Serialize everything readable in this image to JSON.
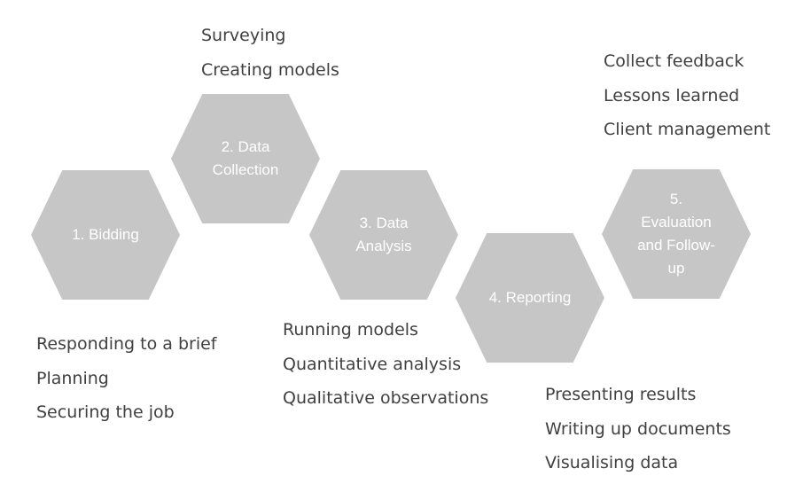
{
  "stages": [
    {
      "label": "1. Bidding",
      "items": [
        "Responding to a brief",
        "Planning",
        "Securing the job"
      ]
    },
    {
      "label": "2. Data Collection",
      "items": [
        "Surveying",
        "Creating models"
      ]
    },
    {
      "label": "3. Data Analysis",
      "items": [
        "Running models",
        "Quantitative analysis",
        "Qualitative observations"
      ]
    },
    {
      "label": "4. Reporting",
      "items": [
        "Presenting results",
        "Writing up documents",
        "Visualising data"
      ]
    },
    {
      "label": "5. Evaluation and Follow-up",
      "items": [
        "Collect feedback",
        "Lessons learned",
        "Client management"
      ]
    }
  ],
  "colors": {
    "hexagon_fill": "#c6c6c6",
    "hexagon_text": "#ffffff",
    "list_text": "#404040"
  }
}
